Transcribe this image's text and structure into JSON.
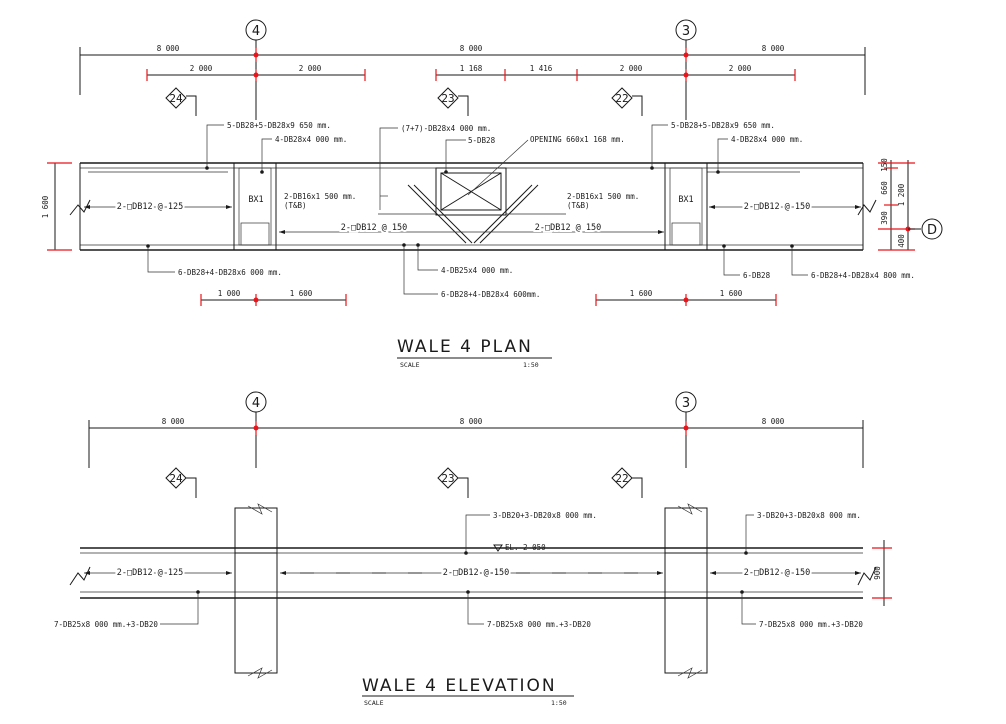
{
  "plan": {
    "title": "WALE 4 PLAN",
    "scale_label": "SCALE",
    "scale_value": "1:50",
    "grid_bubbles": {
      "left": "4",
      "right": "3",
      "side": "D"
    },
    "section_tags": {
      "a": "24",
      "b": "23",
      "c": "22"
    },
    "dims_top": {
      "left": "8 000",
      "mid": "8 000",
      "right": "8 000"
    },
    "dims_second": {
      "a": "2 000",
      "b": "2 000",
      "c": "1 168",
      "d": "1 416",
      "e": "2 000",
      "f": "2 000"
    },
    "dims_bottom": {
      "a": "1 000",
      "b": "1 600",
      "c": "1 600",
      "d": "1 600"
    },
    "dims_side": {
      "left": "1 600",
      "r1": "150",
      "r2": "660",
      "r3": "1 200",
      "r4": "390",
      "r5": "400"
    },
    "box_labels": {
      "left": "BX1",
      "right": "BX1"
    },
    "notes": {
      "top_left_main": "5-DB28+5-DB28x9 650 mm.",
      "top_left_sub": "4-DB28x4 000 mm.",
      "top_mid": "(7+7)-DB28x4 000 mm.",
      "top_mid_sub": "5-DB28",
      "opening": "OPENING 660x1 168 mm.",
      "top_right_main": "5-DB28+5-DB28x9 650 mm.",
      "top_right_sub": "4-DB28x4 000 mm.",
      "ties_left": "2-□DB12 @ 125",
      "ties_mid_left": "2-□DB12 @ 150",
      "ties_mid_right": "2-□DB12 @ 150",
      "ties_right": "2-□DB12 @ 150",
      "diag_left": "2-DB16x1 500 mm.",
      "diag_right": "2-DB16x1 500 mm.",
      "tb_left": "(T&B)",
      "tb_right": "(T&B)",
      "bot_left": "6-DB28+4-DB28x6 000 mm.",
      "bot_mid1": "4-DB25x4 000 mm.",
      "bot_mid2": "6-DB28+4-DB28x4 600mm.",
      "bot_right1": "6-DB28",
      "bot_right2": "6-DB28+4-DB28x4 800 mm."
    }
  },
  "elevation": {
    "title": "WALE 4 ELEVATION",
    "scale_label": "SCALE",
    "scale_value": "1:50",
    "grid_bubbles": {
      "left": "4",
      "right": "3"
    },
    "section_tags": {
      "a": "24",
      "b": "23",
      "c": "22"
    },
    "dims_top": {
      "left": "8 000",
      "mid": "8 000",
      "right": "8 000"
    },
    "dims_side": {
      "height": "900"
    },
    "level": "EL.-2 050",
    "notes": {
      "top_mid": "3-DB20+3-DB20x8 000 mm.",
      "top_right": "3-DB20+3-DB20x8 000 mm.",
      "ties_left": "2-□DB12 @ 125",
      "ties_mid": "2-□DB12 @ 150",
      "ties_right": "2-□DB12 @ 150",
      "bot_left": "7-DB25x8 000 mm.+3-DB20",
      "bot_mid": "7-DB25x8 000 mm.+3-DB20",
      "bot_right": "7-DB25x8 000 mm.+3-DB20"
    }
  }
}
